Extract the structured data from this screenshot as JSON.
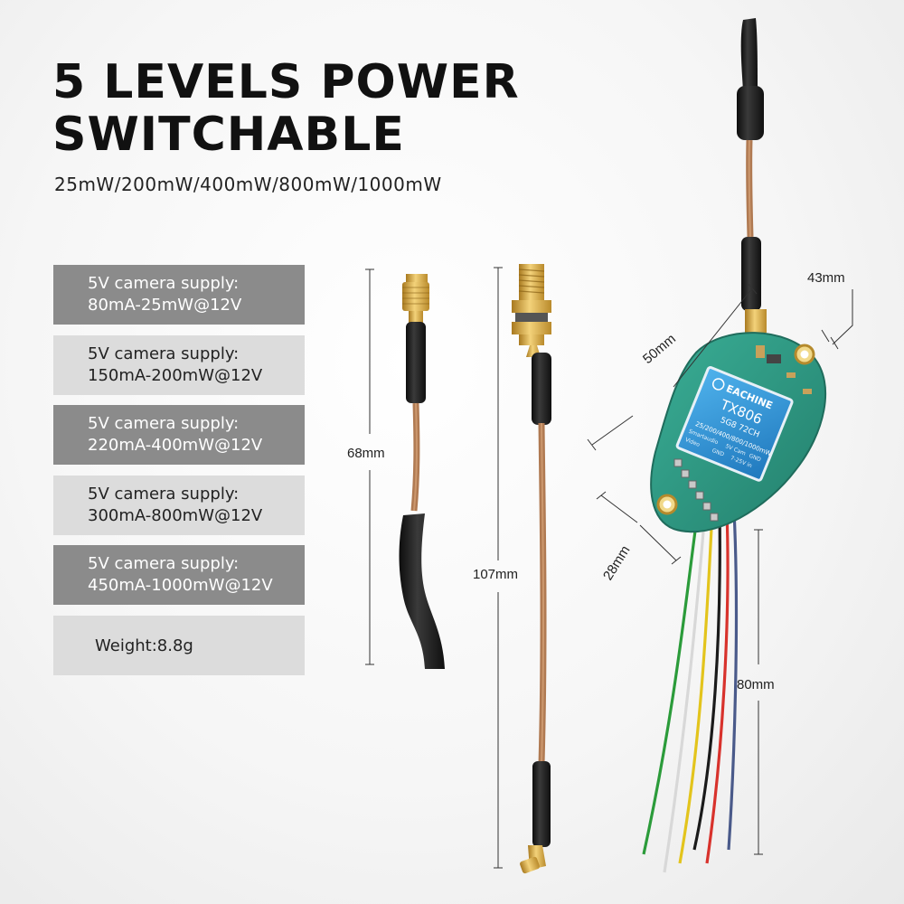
{
  "headline": {
    "line1": "5 LEVELS POWER",
    "line2": "SWITCHABLE"
  },
  "subtitle": "25mW/200mW/400mW/800mW/1000mW",
  "specs": [
    {
      "line1": "5V camera supply:",
      "line2": "80mA-25mW@12V"
    },
    {
      "line1": "5V camera supply:",
      "line2": "150mA-200mW@12V"
    },
    {
      "line1": "5V camera supply:",
      "line2": "220mA-400mW@12V"
    },
    {
      "line1": "5V camera supply:",
      "line2": "300mA-800mW@12V"
    },
    {
      "line1": "5V camera supply:",
      "line2": "450mA-1000mW@12V"
    }
  ],
  "weight": "Weight:8.8g",
  "dimensions": {
    "cable1_length": "68mm",
    "cable2_length": "107mm",
    "board_diagonal": "50mm",
    "board_width": "43mm",
    "board_height": "28mm",
    "wire_length": "80mm"
  },
  "board": {
    "brand": "EACHINE",
    "model": "TX806",
    "spec": "5G8 72CH",
    "power_line": "25/200/400/800/1000mW",
    "pins": [
      "Smartaudio",
      "5V Cam",
      "GND",
      "Video",
      "GND",
      "7-25V in"
    ]
  },
  "colors": {
    "spec_dark": "#8b8b8b",
    "spec_light": "#dcdcdc",
    "pcb_green": "#2f9c86",
    "pcb_blue": "#2b8fd1",
    "cable_copper": "#b07a52",
    "shrink_black": "#1b1b1b",
    "gold": "#d4a53a"
  }
}
